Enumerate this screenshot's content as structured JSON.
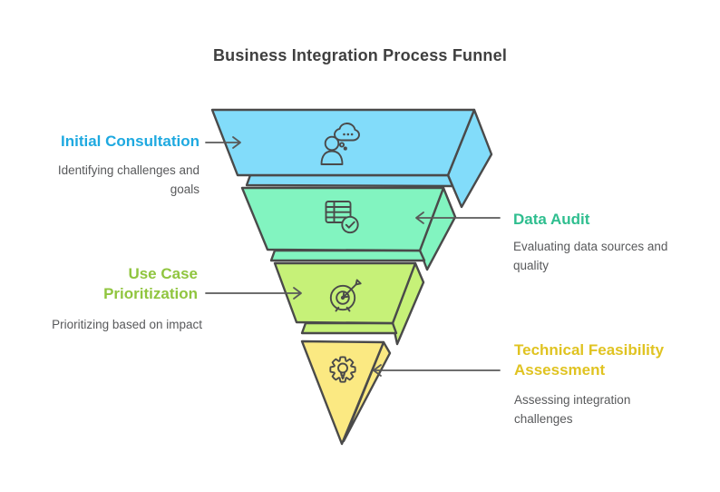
{
  "title": "Business Integration Process Funnel",
  "stages": [
    {
      "label": "Initial Consultation",
      "description": "Identifying challenges and goals",
      "fill": "#82DCFA",
      "label_color": "#1EA9E0",
      "icon": "person-consultation-icon"
    },
    {
      "label": "Data Audit",
      "description": "Evaluating data sources and quality",
      "fill": "#82F4C0",
      "label_color": "#2FBE8F",
      "icon": "data-table-check-icon"
    },
    {
      "label": "Use Case Prioritization",
      "description": "Prioritizing based on impact",
      "fill": "#C6F178",
      "label_color": "#90C53F",
      "icon": "target-dart-icon"
    },
    {
      "label": "Technical Feasibility Assessment",
      "description": "Assessing integration challenges",
      "fill": "#FBE982",
      "label_color": "#E0C321",
      "icon": "gear-lightbulb-icon"
    }
  ],
  "style": {
    "outline_color": "#4A4A4A",
    "connector_color": "#595959",
    "title_color": "#3F3F3F",
    "description_color": "#58595B",
    "background": "#FFFFFF"
  }
}
